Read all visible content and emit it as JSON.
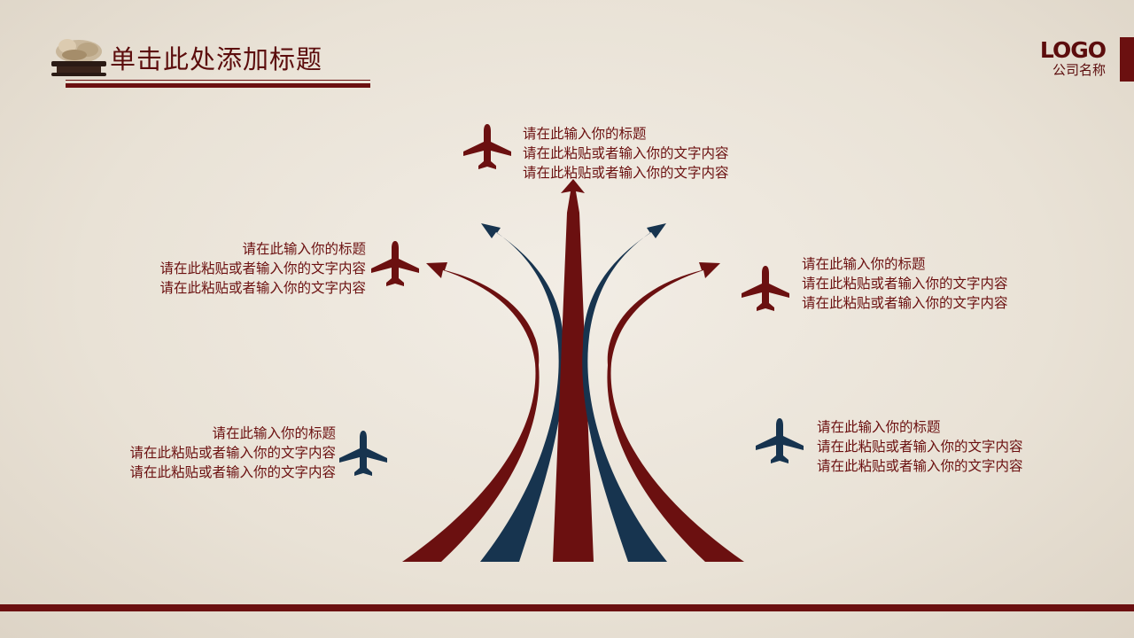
{
  "header": {
    "title": "单击此处添加标题",
    "logo": "LOGO",
    "company": "公司名称"
  },
  "colors": {
    "primary": "#6b1010",
    "secondary": "#17344f",
    "background": "#ece6dc"
  },
  "items": [
    {
      "position": "top-center",
      "title": "请在此输入你的标题",
      "line1": "请在此粘贴或者输入你的文字内容",
      "line2": "请在此粘贴或者输入你的文字内容",
      "icon": "airplane-icon"
    },
    {
      "position": "left-upper",
      "title": "请在此输入你的标题",
      "line1": "请在此粘贴或者输入你的文字内容",
      "line2": "请在此粘贴或者输入你的文字内容",
      "icon": "airplane-icon"
    },
    {
      "position": "right-upper",
      "title": "请在此输入你的标题",
      "line1": "请在此粘贴或者输入你的文字内容",
      "line2": "请在此粘贴或者输入你的文字内容",
      "icon": "airplane-icon"
    },
    {
      "position": "left-lower",
      "title": "请在此输入你的标题",
      "line1": "请在此粘贴或者输入你的文字内容",
      "line2": "请在此粘贴或者输入你的文字内容",
      "icon": "airplane-icon"
    },
    {
      "position": "right-lower",
      "title": "请在此输入你的标题",
      "line1": "请在此粘贴或者输入你的文字内容",
      "line2": "请在此粘贴或者输入你的文字内容",
      "icon": "airplane-icon"
    }
  ]
}
